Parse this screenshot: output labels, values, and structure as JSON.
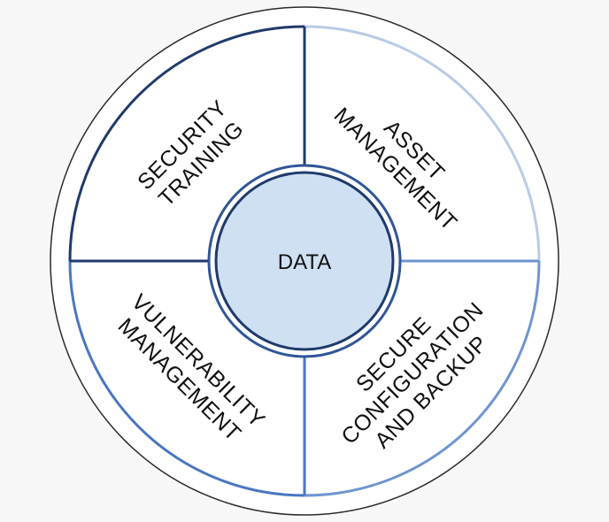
{
  "center": {
    "label": "DATA"
  },
  "quadrants": {
    "top_left": {
      "lines": [
        "SECURITY",
        "TRAINING"
      ]
    },
    "top_right": {
      "lines": [
        "ASSET",
        "MANAGEMENT"
      ]
    },
    "bottom_left": {
      "lines": [
        "VULNERABILITY",
        "MANAGEMENT"
      ]
    },
    "bottom_right": {
      "lines": [
        "SECURE",
        "CONFIGURATION",
        "AND BACKUP"
      ]
    }
  },
  "colors": {
    "background": "#f7f7f7",
    "outer_ring": "#2a2a2a",
    "dark_blue": "#1f3a6b",
    "mid_blue": "#4a76c0",
    "light_blue": "#b9cbe6",
    "center_fill": "#cfe0f3",
    "quadrant_fill": "#ffffff",
    "text": "#111111"
  }
}
